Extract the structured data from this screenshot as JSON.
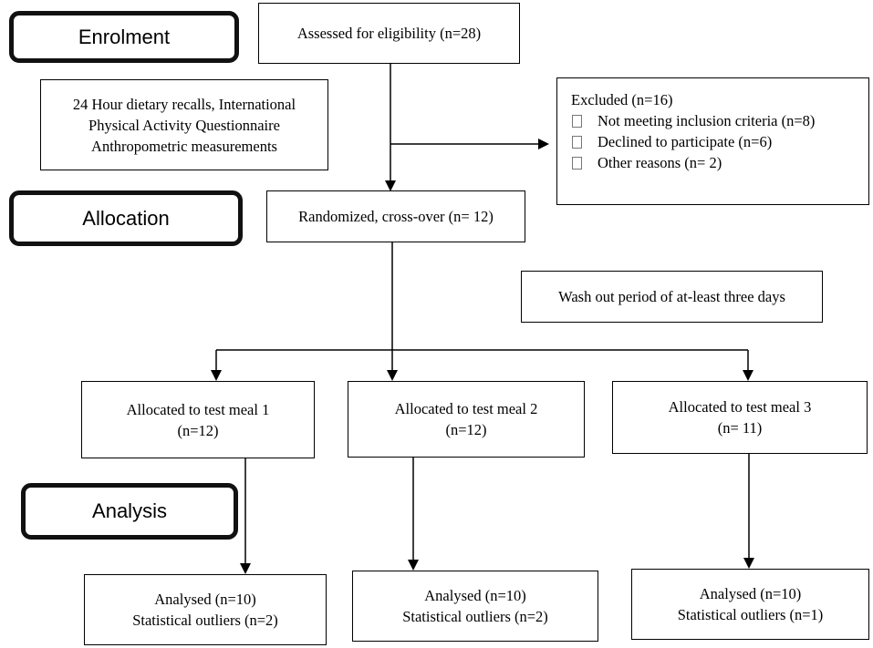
{
  "stages": {
    "enrolment": "Enrolment",
    "allocation": "Allocation",
    "analysis": "Analysis"
  },
  "assessed": "Assessed for eligibility (n=28)",
  "baseline": {
    "line1": "24 Hour dietary recalls, International",
    "line2": "Physical Activity Questionnaire",
    "line3": "Anthropometric measurements"
  },
  "excluded": {
    "title": "Excluded (n=16)",
    "items": [
      "Not meeting inclusion criteria (n=8)",
      "Declined to participate (n=6)",
      "Other reasons (n= 2)"
    ]
  },
  "randomized": "Randomized, cross-over (n= 12)",
  "washout": "Wash out period of at-least three days",
  "allocated": [
    {
      "label": "Allocated to test meal 1",
      "n": "(n=12)"
    },
    {
      "label": "Allocated to test meal 2",
      "n": "(n=12)"
    },
    {
      "label": "Allocated to test meal 3",
      "n": "(n= 11)"
    }
  ],
  "analysed": [
    {
      "label": "Analysed (n=10)",
      "outliers": "Statistical outliers (n=2)"
    },
    {
      "label": "Analysed (n=10)",
      "outliers": "Statistical outliers (n=2)"
    },
    {
      "label": "Analysed (n=10)",
      "outliers": "Statistical outliers (n=1)"
    }
  ]
}
